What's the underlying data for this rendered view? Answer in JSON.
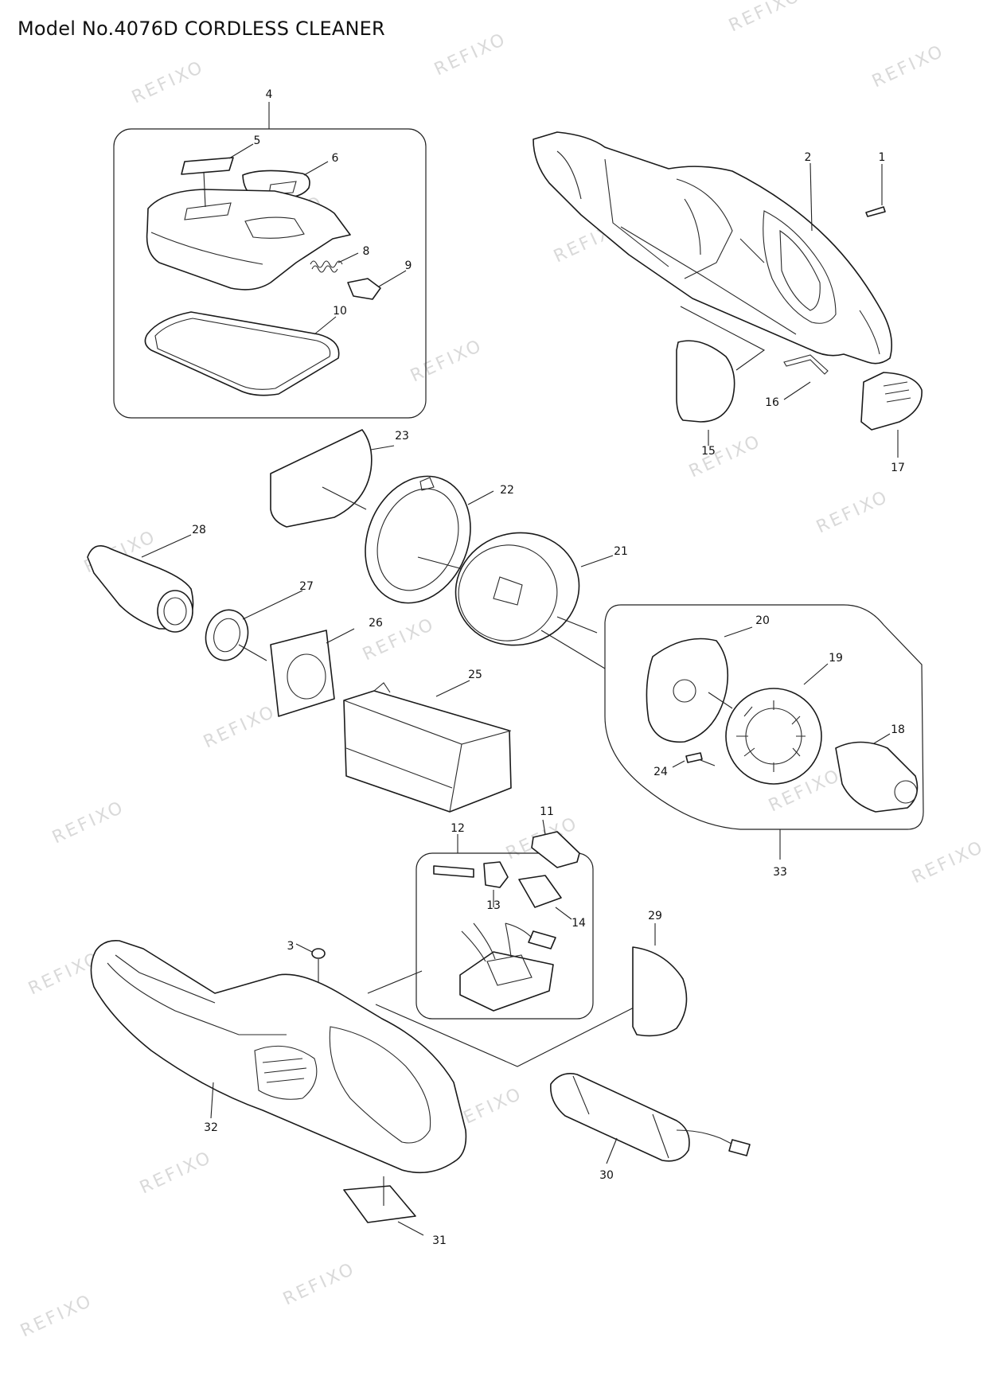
{
  "title": "Model No.4076D CORDLESS CLEANER",
  "watermark": "REFIXO",
  "labels": {
    "p1": "1",
    "p2": "2",
    "p3": "3",
    "p4": "4",
    "p5": "5",
    "p6": "6",
    "p8": "8",
    "p9": "9",
    "p10": "10",
    "p11": "11",
    "p12": "12",
    "p13": "13",
    "p14": "14",
    "p15": "15",
    "p16": "16",
    "p17": "17",
    "p18": "18",
    "p19": "19",
    "p20": "20",
    "p21": "21",
    "p22": "22",
    "p23": "23",
    "p24": "24",
    "p25": "25",
    "p26": "26",
    "p27": "27",
    "p28": "28",
    "p29": "29",
    "p30": "30",
    "p31": "31",
    "p32": "32",
    "p33": "33"
  }
}
